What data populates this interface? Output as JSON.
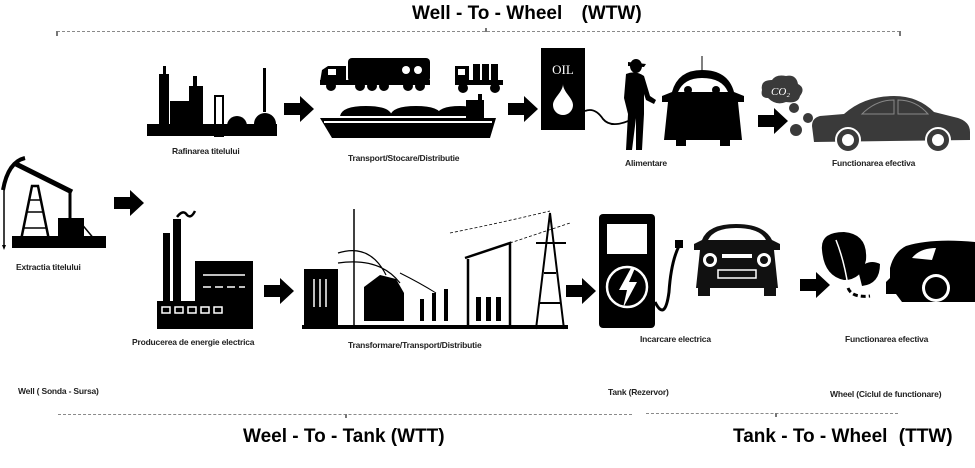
{
  "titles": {
    "wtw": "Well - To - Wheel",
    "wtw_abbr": "(WTW)",
    "wtt": "Weel - To - Tank (WTT)",
    "ttw": "Tank - To - Wheel",
    "ttw_abbr": "(TTW)"
  },
  "stages": {
    "extraction": "Extractia titelului",
    "refining": "Rafinarea titelului",
    "transport_fuel": "Transport/Stocare/Distributie",
    "fueling": "Alimentare",
    "operation_ice": "Functionarea efectiva",
    "power_production": "Producerea de energie electrica",
    "transform_grid": "Transformare/Transport/Distributie",
    "charging": "Incarcare electrica",
    "operation_ev": "Functionarea efectiva"
  },
  "icon_text": {
    "oil": "OIL",
    "co2": "CO₂"
  },
  "endpoints": {
    "well": "Well ( Sonda - Sursa)",
    "tank": "Tank (Rezervor)",
    "wheel": "Wheel (Ciclul de functionare)"
  }
}
